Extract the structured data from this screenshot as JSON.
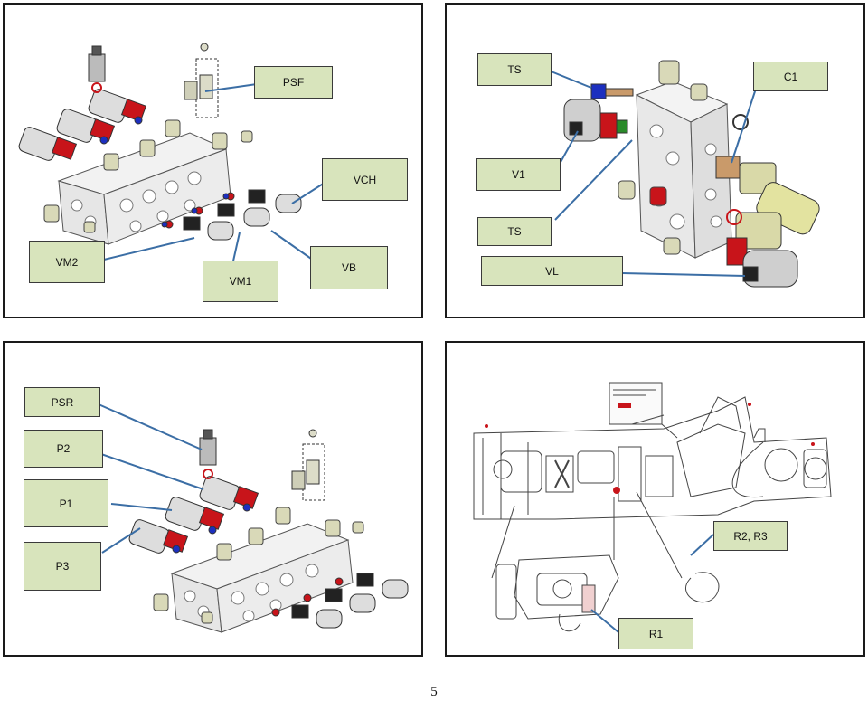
{
  "panels": {
    "top_left": {
      "callouts": {
        "psf": "PSF",
        "vch": "VCH",
        "vm2": "VM2",
        "vm1": "VM1",
        "vb": "VB"
      }
    },
    "top_right": {
      "callouts": {
        "ts_top": "TS",
        "c1": "C1",
        "v1": "V1",
        "ts_bottom": "TS",
        "vl": "VL"
      }
    },
    "bottom_left": {
      "callouts": {
        "psr": "PSR",
        "p2": "P2",
        "p1": "P1",
        "p3": "P3"
      }
    },
    "bottom_right": {
      "callouts": {
        "r2_r3": "R2, R3",
        "r1": "R1"
      }
    }
  },
  "page_number": "5",
  "colors": {
    "callout_fill": "#d8e4bc",
    "leader_line": "#3b6ea5",
    "connector_red": "#d01818",
    "connector_blue": "#1c2fbf"
  }
}
